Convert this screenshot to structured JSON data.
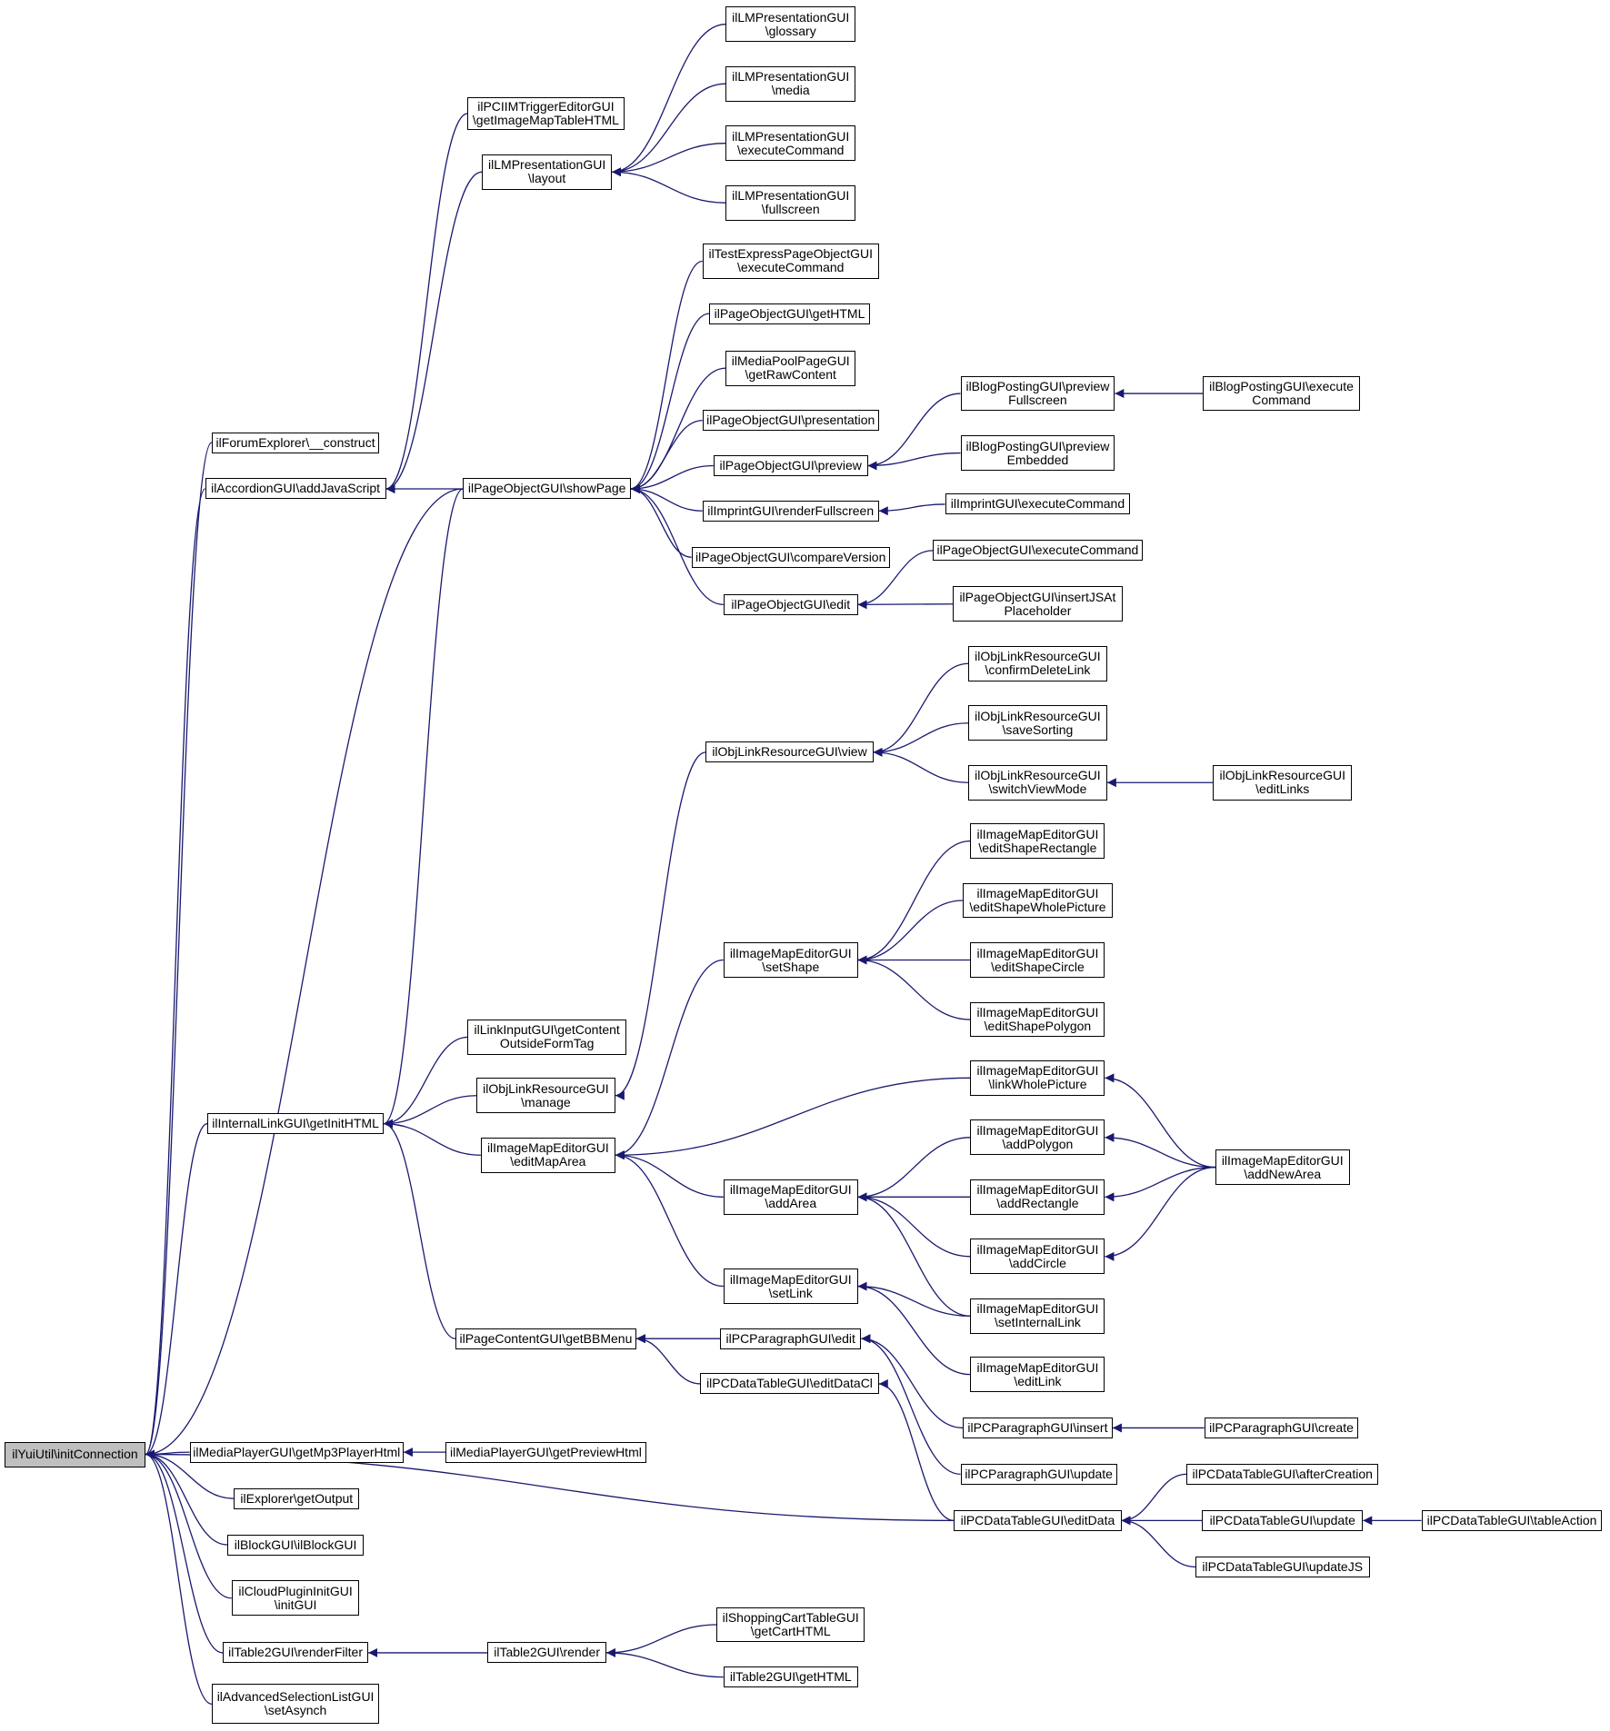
{
  "graph": {
    "edge_color": "#191970",
    "root_fill": "#bfbfbf",
    "nodes": [
      {
        "id": "n_root",
        "label": "ilYuiUtil\\initConnection",
        "root": true
      },
      {
        "id": "n_forum",
        "label": "ilForumExplorer\\__construct"
      },
      {
        "id": "n_accordion",
        "label": "ilAccordionGUI\\addJavaScript"
      },
      {
        "id": "n_internallink",
        "label": "ilInternalLinkGUI\\getInitHTML"
      },
      {
        "id": "n_mediaplayer",
        "label": "ilMediaPlayerGUI\\getMp3PlayerHtml"
      },
      {
        "id": "n_explorer",
        "label": "ilExplorer\\getOutput"
      },
      {
        "id": "n_block",
        "label": "ilBlockGUI\\ilBlockGUI"
      },
      {
        "id": "n_cloud",
        "label": "ilCloudPluginInitGUI\n\\initGUI"
      },
      {
        "id": "n_renderfilter",
        "label": "ilTable2GUI\\renderFilter"
      },
      {
        "id": "n_advsel",
        "label": "ilAdvancedSelectionListGUI\n\\setAsynch"
      },
      {
        "id": "n_pcimtrigger",
        "label": "ilPCIIMTriggerEditorGUI\n\\getImageMapTableHTML"
      },
      {
        "id": "n_lmlayout",
        "label": "ilLMPresentationGUI\n\\layout"
      },
      {
        "id": "n_showpage",
        "label": "ilPageObjectGUI\\showPage"
      },
      {
        "id": "n_linkinput",
        "label": "ilLinkInputGUI\\getContent\nOutsideFormTag"
      },
      {
        "id": "n_objlinkmanage",
        "label": "ilObjLinkResourceGUI\n\\manage"
      },
      {
        "id": "n_editmaparea",
        "label": "ilImageMapEditorGUI\n\\editMapArea"
      },
      {
        "id": "n_bbmenu",
        "label": "ilPageContentGUI\\getBBMenu"
      },
      {
        "id": "n_getpreview",
        "label": "ilMediaPlayerGUI\\getPreviewHtml"
      },
      {
        "id": "n_t2render",
        "label": "ilTable2GUI\\render"
      },
      {
        "id": "n_lmglossary",
        "label": "ilLMPresentationGUI\n\\glossary"
      },
      {
        "id": "n_lmmedia",
        "label": "ilLMPresentationGUI\n\\media"
      },
      {
        "id": "n_lmexec",
        "label": "ilLMPresentationGUI\n\\executeCommand"
      },
      {
        "id": "n_lmfull",
        "label": "ilLMPresentationGUI\n\\fullscreen"
      },
      {
        "id": "n_testexpress",
        "label": "ilTestExpressPageObjectGUI\n\\executeCommand"
      },
      {
        "id": "n_pogethtml",
        "label": "ilPageObjectGUI\\getHTML"
      },
      {
        "id": "n_mediapool",
        "label": "ilMediaPoolPageGUI\n\\getRawContent"
      },
      {
        "id": "n_popresentation",
        "label": "ilPageObjectGUI\\presentation"
      },
      {
        "id": "n_popreview",
        "label": "ilPageObjectGUI\\preview"
      },
      {
        "id": "n_imprintrender",
        "label": "ilImprintGUI\\renderFullscreen"
      },
      {
        "id": "n_pocompare",
        "label": "ilPageObjectGUI\\compareVersion"
      },
      {
        "id": "n_poedit",
        "label": "ilPageObjectGUI\\edit"
      },
      {
        "id": "n_blogfull",
        "label": "ilBlogPostingGUI\\preview\nFullscreen"
      },
      {
        "id": "n_blogemb",
        "label": "ilBlogPostingGUI\\preview\nEmbedded"
      },
      {
        "id": "n_blogexec",
        "label": "ilBlogPostingGUI\\execute\nCommand"
      },
      {
        "id": "n_imprintexec",
        "label": "ilImprintGUI\\executeCommand"
      },
      {
        "id": "n_poexec",
        "label": "ilPageObjectGUI\\executeCommand"
      },
      {
        "id": "n_poinsert",
        "label": "ilPageObjectGUI\\insertJSAt\nPlaceholder"
      },
      {
        "id": "n_objlinkview",
        "label": "ilObjLinkResourceGUI\\view"
      },
      {
        "id": "n_olconfirm",
        "label": "ilObjLinkResourceGUI\n\\confirmDeleteLink"
      },
      {
        "id": "n_olsave",
        "label": "ilObjLinkResourceGUI\n\\saveSorting"
      },
      {
        "id": "n_olswitch",
        "label": "ilObjLinkResourceGUI\n\\switchViewMode"
      },
      {
        "id": "n_oleditlinks",
        "label": "ilObjLinkResourceGUI\n\\editLinks"
      },
      {
        "id": "n_setshape",
        "label": "ilImageMapEditorGUI\n\\setShape"
      },
      {
        "id": "n_esrect",
        "label": "ilImageMapEditorGUI\n\\editShapeRectangle"
      },
      {
        "id": "n_eswhole",
        "label": "ilImageMapEditorGUI\n\\editShapeWholePicture"
      },
      {
        "id": "n_escircle",
        "label": "ilImageMapEditorGUI\n\\editShapeCircle"
      },
      {
        "id": "n_espoly",
        "label": "ilImageMapEditorGUI\n\\editShapePolygon"
      },
      {
        "id": "n_linkwhole",
        "label": "ilImageMapEditorGUI\n\\linkWholePicture"
      },
      {
        "id": "n_addarea",
        "label": "ilImageMapEditorGUI\n\\addArea"
      },
      {
        "id": "n_addpoly",
        "label": "ilImageMapEditorGUI\n\\addPolygon"
      },
      {
        "id": "n_addrect",
        "label": "ilImageMapEditorGUI\n\\addRectangle"
      },
      {
        "id": "n_addcircle",
        "label": "ilImageMapEditorGUI\n\\addCircle"
      },
      {
        "id": "n_addnewarea",
        "label": "ilImageMapEditorGUI\n\\addNewArea"
      },
      {
        "id": "n_setlink",
        "label": "ilImageMapEditorGUI\n\\setLink"
      },
      {
        "id": "n_setinternal",
        "label": "ilImageMapEditorGUI\n\\setInternalLink"
      },
      {
        "id": "n_editlink",
        "label": "ilImageMapEditorGUI\n\\editLink"
      },
      {
        "id": "n_pcparaedit",
        "label": "ilPCParagraphGUI\\edit"
      },
      {
        "id": "n_pcdteditcl",
        "label": "ilPCDataTableGUI\\editDataCl"
      },
      {
        "id": "n_pcparainsert",
        "label": "ilPCParagraphGUI\\insert"
      },
      {
        "id": "n_pcparaupdate",
        "label": "ilPCParagraphGUI\\update"
      },
      {
        "id": "n_pcparacreate",
        "label": "ilPCParagraphGUI\\create"
      },
      {
        "id": "n_pcdteditdata",
        "label": "ilPCDataTableGUI\\editData"
      },
      {
        "id": "n_pcdtafter",
        "label": "ilPCDataTableGUI\\afterCreation"
      },
      {
        "id": "n_pcdtupdate",
        "label": "ilPCDataTableGUI\\update"
      },
      {
        "id": "n_pcdtupdatejs",
        "label": "ilPCDataTableGUI\\updateJS"
      },
      {
        "id": "n_pcdttable",
        "label": "ilPCDataTableGUI\\tableAction"
      },
      {
        "id": "n_shopcart",
        "label": "ilShoppingCartTableGUI\n\\getCartHTML"
      },
      {
        "id": "n_t2gethtml",
        "label": "ilTable2GUI\\getHTML"
      }
    ],
    "edges": [
      [
        "n_forum",
        "n_root"
      ],
      [
        "n_accordion",
        "n_root"
      ],
      [
        "n_showpage",
        "n_root"
      ],
      [
        "n_internallink",
        "n_root"
      ],
      [
        "n_mediaplayer",
        "n_root"
      ],
      [
        "n_explorer",
        "n_root"
      ],
      [
        "n_block",
        "n_root"
      ],
      [
        "n_cloud",
        "n_root"
      ],
      [
        "n_renderfilter",
        "n_root"
      ],
      [
        "n_advsel",
        "n_root"
      ],
      [
        "n_pcdteditdata",
        "n_root"
      ],
      [
        "n_pcimtrigger",
        "n_accordion"
      ],
      [
        "n_lmlayout",
        "n_accordion"
      ],
      [
        "n_showpage",
        "n_accordion"
      ],
      [
        "n_lmglossary",
        "n_lmlayout"
      ],
      [
        "n_lmmedia",
        "n_lmlayout"
      ],
      [
        "n_lmexec",
        "n_lmlayout"
      ],
      [
        "n_lmfull",
        "n_lmlayout"
      ],
      [
        "n_testexpress",
        "n_showpage"
      ],
      [
        "n_pogethtml",
        "n_showpage"
      ],
      [
        "n_mediapool",
        "n_showpage"
      ],
      [
        "n_popresentation",
        "n_showpage"
      ],
      [
        "n_popreview",
        "n_showpage"
      ],
      [
        "n_imprintrender",
        "n_showpage"
      ],
      [
        "n_pocompare",
        "n_showpage"
      ],
      [
        "n_poedit",
        "n_showpage"
      ],
      [
        "n_blogfull",
        "n_popreview"
      ],
      [
        "n_blogemb",
        "n_popreview"
      ],
      [
        "n_blogexec",
        "n_blogfull"
      ],
      [
        "n_imprintexec",
        "n_imprintrender"
      ],
      [
        "n_poexec",
        "n_poedit"
      ],
      [
        "n_poinsert",
        "n_poedit"
      ],
      [
        "n_showpage",
        "n_internallink"
      ],
      [
        "n_linkinput",
        "n_internallink"
      ],
      [
        "n_objlinkmanage",
        "n_internallink"
      ],
      [
        "n_editmaparea",
        "n_internallink"
      ],
      [
        "n_bbmenu",
        "n_internallink"
      ],
      [
        "n_objlinkview",
        "n_objlinkmanage"
      ],
      [
        "n_olconfirm",
        "n_objlinkview"
      ],
      [
        "n_olsave",
        "n_objlinkview"
      ],
      [
        "n_olswitch",
        "n_objlinkview"
      ],
      [
        "n_oleditlinks",
        "n_olswitch"
      ],
      [
        "n_setshape",
        "n_editmaparea"
      ],
      [
        "n_linkwhole",
        "n_editmaparea"
      ],
      [
        "n_addarea",
        "n_editmaparea"
      ],
      [
        "n_setlink",
        "n_editmaparea"
      ],
      [
        "n_esrect",
        "n_setshape"
      ],
      [
        "n_eswhole",
        "n_setshape"
      ],
      [
        "n_escircle",
        "n_setshape"
      ],
      [
        "n_espoly",
        "n_setshape"
      ],
      [
        "n_addpoly",
        "n_addarea"
      ],
      [
        "n_addrect",
        "n_addarea"
      ],
      [
        "n_addcircle",
        "n_addarea"
      ],
      [
        "n_setinternal",
        "n_addarea"
      ],
      [
        "n_addnewarea",
        "n_linkwhole"
      ],
      [
        "n_addnewarea",
        "n_addpoly"
      ],
      [
        "n_addnewarea",
        "n_addrect"
      ],
      [
        "n_addnewarea",
        "n_addcircle"
      ],
      [
        "n_setinternal",
        "n_setlink"
      ],
      [
        "n_editlink",
        "n_setlink"
      ],
      [
        "n_pcparaedit",
        "n_bbmenu"
      ],
      [
        "n_pcdteditcl",
        "n_bbmenu"
      ],
      [
        "n_pcparainsert",
        "n_pcparaedit"
      ],
      [
        "n_pcparaupdate",
        "n_pcparaedit"
      ],
      [
        "n_pcparacreate",
        "n_pcparainsert"
      ],
      [
        "n_pcdteditdata",
        "n_pcdteditcl"
      ],
      [
        "n_pcdtafter",
        "n_pcdteditdata"
      ],
      [
        "n_pcdtupdate",
        "n_pcdteditdata"
      ],
      [
        "n_pcdtupdatejs",
        "n_pcdteditdata"
      ],
      [
        "n_pcdttable",
        "n_pcdtupdate"
      ],
      [
        "n_getpreview",
        "n_mediaplayer"
      ],
      [
        "n_t2render",
        "n_renderfilter"
      ],
      [
        "n_shopcart",
        "n_t2render"
      ],
      [
        "n_t2gethtml",
        "n_t2render"
      ]
    ]
  }
}
